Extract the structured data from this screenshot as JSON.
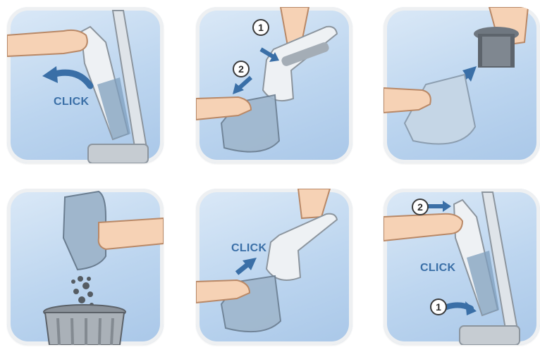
{
  "colors": {
    "panel_bg": "#bcd5ef",
    "arrow_blue": "#3a6fa7",
    "skin": "#f6d2b5",
    "vacuum_grey": "#d7dde3",
    "bin_blue": "#9fb6cc"
  },
  "panels": [
    {
      "id": "step-1",
      "labels": {
        "click": "CLICK"
      }
    },
    {
      "id": "step-2",
      "labels": {
        "num1": "1",
        "num2": "2"
      }
    },
    {
      "id": "step-3",
      "labels": {}
    },
    {
      "id": "step-4",
      "labels": {}
    },
    {
      "id": "step-5",
      "labels": {
        "click": "CLICK"
      }
    },
    {
      "id": "step-6",
      "labels": {
        "num1": "1",
        "num2": "2",
        "click": "CLICK"
      }
    }
  ]
}
